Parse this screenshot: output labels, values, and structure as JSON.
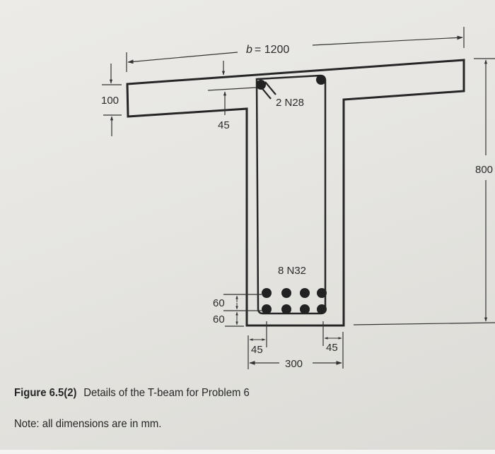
{
  "figure": {
    "label": "Figure 6.5(2)",
    "title": "Details of the T-beam for Problem 6",
    "note": "Note: all dimensions are in mm."
  },
  "dimensions": {
    "flange_width": "b = 1200",
    "flange_width_b": "b",
    "flange_width_value": "= 1200",
    "flange_thickness": "100",
    "top_cover": "45",
    "total_depth": "800",
    "web_width": "300",
    "side_cover_left": "45",
    "side_cover_right": "45",
    "bottom_cover": "60",
    "bar_spacing": "60"
  },
  "reinforcement": {
    "top_bars": "2 N28",
    "bottom_bars": "8 N32"
  },
  "colors": {
    "paper": "#e8e7e3",
    "line": "#262626",
    "dim_line": "#3a3a3a"
  }
}
